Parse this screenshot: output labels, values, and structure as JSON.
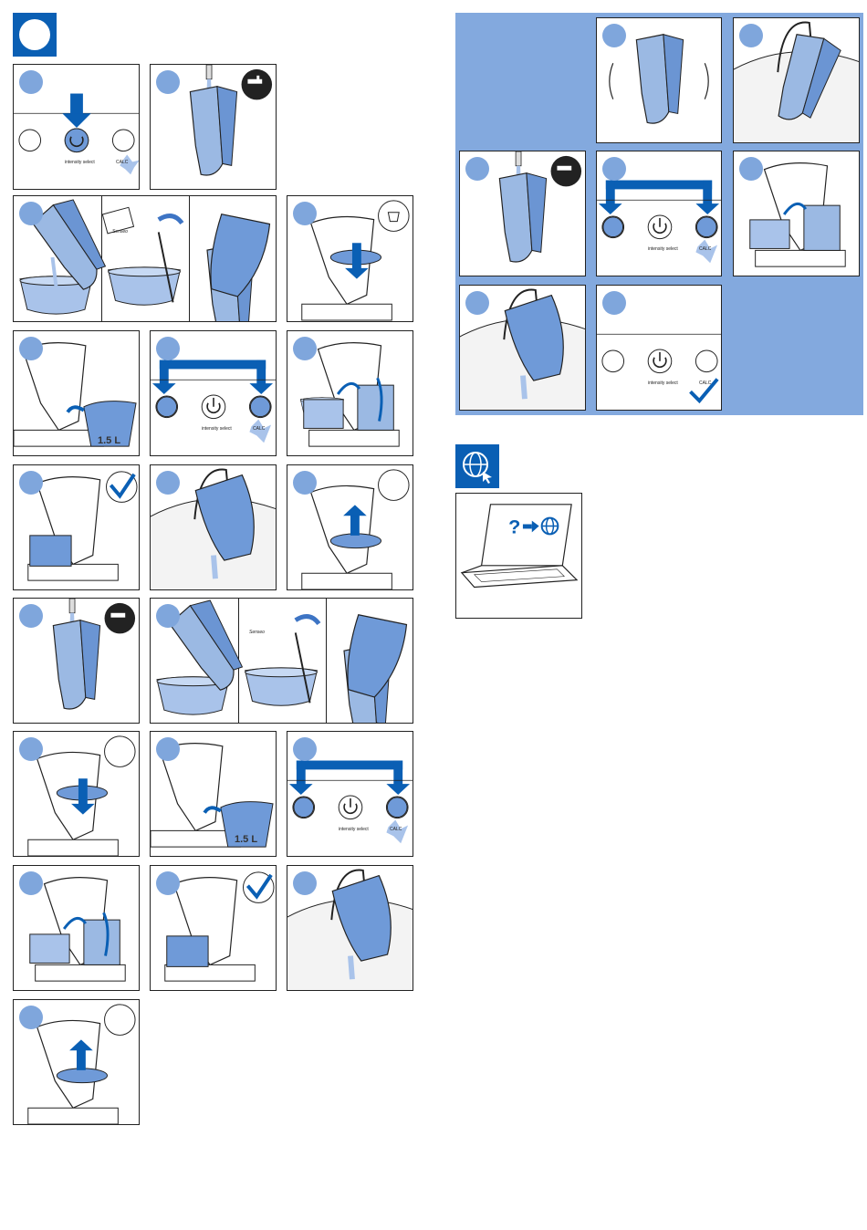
{
  "controls": {
    "intensity_label": "intensity select",
    "calc_label": "CALC"
  },
  "tank": {
    "volume_label": "1.5 L"
  },
  "packet": {
    "brand": "Senseo"
  }
}
